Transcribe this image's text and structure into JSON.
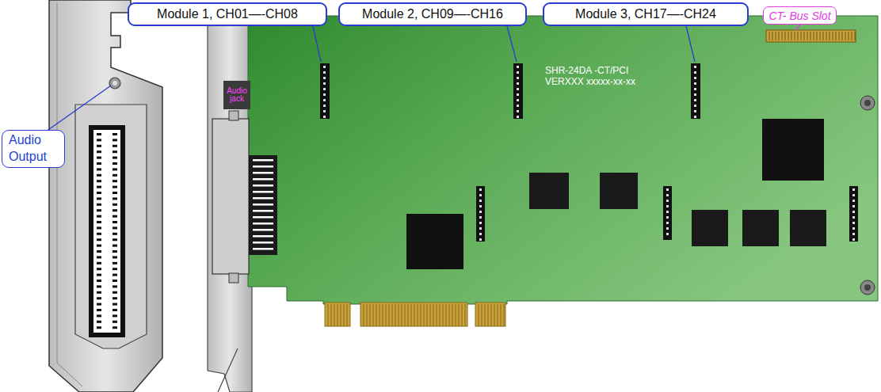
{
  "diagram": {
    "nodes": [
      {
        "text": [
          "Module 1, CH01—-CH08"
        ]
      },
      {
        "text": [
          "Module 2, CH09—-CH16"
        ]
      },
      {
        "text": [
          "Module 3, CH17—-CH24"
        ]
      },
      {
        "text": [
          "CT- Bus Slot"
        ]
      },
      {
        "text": [
          "Audio jack"
        ]
      },
      {
        "text": [
          "Audio Output"
        ]
      }
    ],
    "labels": [
      "SHR-24DA -CT/PCI",
      "VERXXX xxxxx-xx-xx"
    ]
  }
}
